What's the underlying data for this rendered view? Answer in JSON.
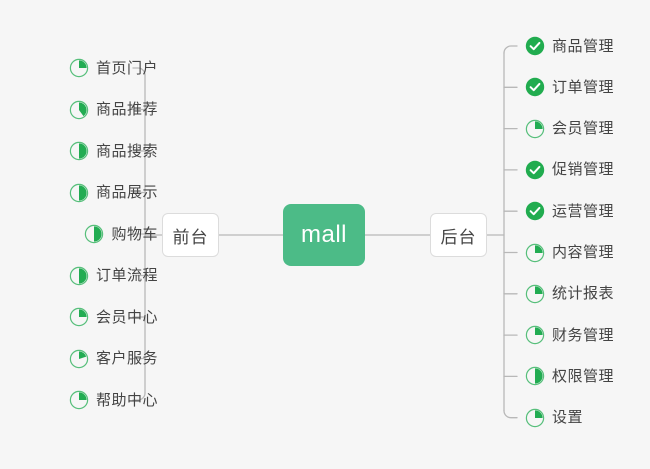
{
  "diagram": {
    "type": "mind-map",
    "background_color": "#f6f6f6",
    "accent_color": "#4cbb87",
    "check_color": "#21ac4f",
    "pie_color": "#22ac52",
    "text_color": "#444444",
    "border_color": "#dcdcdc",
    "connector_color": "#b8b8b8",
    "root": {
      "label": "mall"
    },
    "branches": [
      {
        "id": "frontend",
        "label": "前台",
        "side": "left",
        "items": [
          {
            "label": "首页门户",
            "icon": "pie-icon",
            "progress": 25
          },
          {
            "label": "商品推荐",
            "icon": "pie-icon",
            "progress": 40
          },
          {
            "label": "商品搜索",
            "icon": "pie-icon",
            "progress": 50
          },
          {
            "label": "商品展示",
            "icon": "pie-icon",
            "progress": 50
          },
          {
            "label": "购物车",
            "icon": "pie-icon",
            "progress": 50
          },
          {
            "label": "订单流程",
            "icon": "pie-icon",
            "progress": 50
          },
          {
            "label": "会员中心",
            "icon": "pie-icon",
            "progress": 25
          },
          {
            "label": "客户服务",
            "icon": "pie-icon",
            "progress": 20
          },
          {
            "label": "帮助中心",
            "icon": "pie-icon",
            "progress": 25
          }
        ]
      },
      {
        "id": "backend",
        "label": "后台",
        "side": "right",
        "items": [
          {
            "label": "商品管理",
            "icon": "check-circle-icon",
            "progress": 100
          },
          {
            "label": "订单管理",
            "icon": "check-circle-icon",
            "progress": 100
          },
          {
            "label": "会员管理",
            "icon": "pie-icon",
            "progress": 25
          },
          {
            "label": "促销管理",
            "icon": "check-circle-icon",
            "progress": 100
          },
          {
            "label": "运营管理",
            "icon": "check-circle-icon",
            "progress": 100
          },
          {
            "label": "内容管理",
            "icon": "pie-icon",
            "progress": 25
          },
          {
            "label": "统计报表",
            "icon": "pie-icon",
            "progress": 25
          },
          {
            "label": "财务管理",
            "icon": "pie-icon",
            "progress": 25
          },
          {
            "label": "权限管理",
            "icon": "pie-icon",
            "progress": 50
          },
          {
            "label": "设置",
            "icon": "pie-icon",
            "progress": 25
          }
        ]
      }
    ]
  }
}
